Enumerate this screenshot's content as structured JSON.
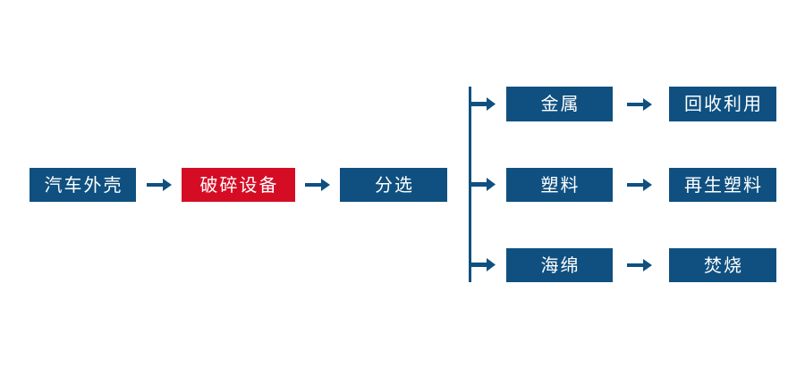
{
  "diagram": {
    "type": "process-flowchart",
    "title_visible": false,
    "background_color": "#ffffff",
    "colors": {
      "primary_blue": "#0F5080",
      "highlight_red": "#D40D25",
      "node_text": "#ffffff",
      "arrow": "#0F5080"
    },
    "main_chain": [
      {
        "id": "car-shell",
        "label": "汽车外壳",
        "color": "blue"
      },
      {
        "id": "crushing-equip",
        "label": "破碎设备",
        "color": "red"
      },
      {
        "id": "sorting",
        "label": "分选",
        "color": "blue"
      }
    ],
    "branches": [
      {
        "id": "metal",
        "material": {
          "id": "metal-node",
          "label": "金属",
          "color": "blue"
        },
        "outcome": {
          "id": "recycle-node",
          "label": "回收利用",
          "color": "blue"
        }
      },
      {
        "id": "plastic",
        "material": {
          "id": "plastic-node",
          "label": "塑料",
          "color": "blue"
        },
        "outcome": {
          "id": "regenerated-plastic-node",
          "label": "再生塑料",
          "color": "blue"
        }
      },
      {
        "id": "sponge",
        "material": {
          "id": "sponge-node",
          "label": "海绵",
          "color": "blue"
        },
        "outcome": {
          "id": "incineration-node",
          "label": "焚烧",
          "color": "blue"
        }
      }
    ],
    "arrows": {
      "glyph": "→",
      "icon_name": "arrow-right-icon",
      "count": 8
    },
    "connector": {
      "icon_name": "vertical-branch-connector",
      "orientation": "vertical"
    }
  }
}
